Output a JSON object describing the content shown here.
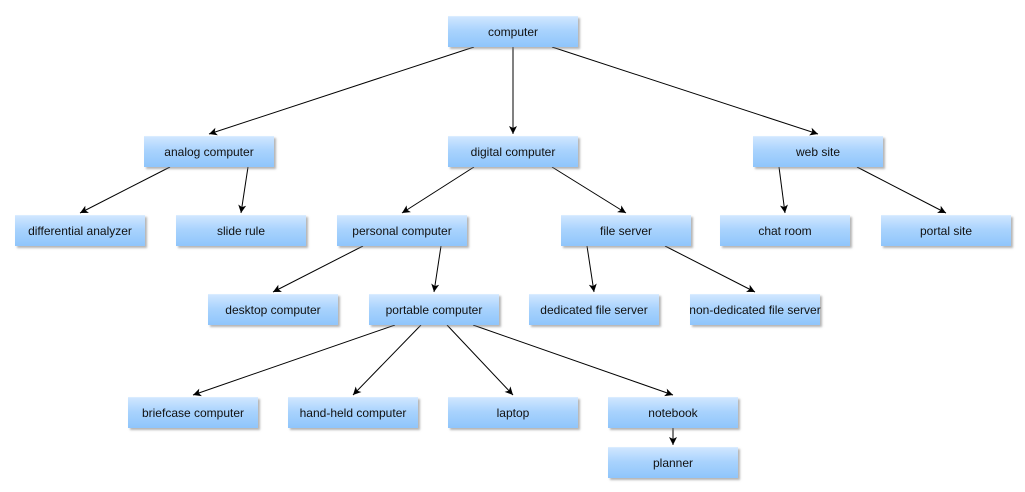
{
  "nodes": {
    "computer": "computer",
    "analog_computer": "analog computer",
    "digital_computer": "digital computer",
    "web_site": "web site",
    "differential_analyzer": "differential analyzer",
    "slide_rule": "slide rule",
    "personal_computer": "personal computer",
    "file_server": "file server",
    "chat_room": "chat room",
    "portal_site": "portal site",
    "desktop_computer": "desktop computer",
    "portable_computer": "portable computer",
    "dedicated_file_server": "dedicated file server",
    "non_dedicated_file_server": "non-dedicated file server",
    "briefcase_computer": "briefcase computer",
    "hand_held_computer": "hand-held computer",
    "laptop": "laptop",
    "notebook": "notebook",
    "planner": "planner"
  },
  "edges": [
    [
      "computer",
      "analog_computer"
    ],
    [
      "computer",
      "digital_computer"
    ],
    [
      "computer",
      "web_site"
    ],
    [
      "analog_computer",
      "differential_analyzer"
    ],
    [
      "analog_computer",
      "slide_rule"
    ],
    [
      "digital_computer",
      "personal_computer"
    ],
    [
      "digital_computer",
      "file_server"
    ],
    [
      "web_site",
      "chat_room"
    ],
    [
      "web_site",
      "portal_site"
    ],
    [
      "personal_computer",
      "desktop_computer"
    ],
    [
      "personal_computer",
      "portable_computer"
    ],
    [
      "file_server",
      "dedicated_file_server"
    ],
    [
      "file_server",
      "non_dedicated_file_server"
    ],
    [
      "portable_computer",
      "briefcase_computer"
    ],
    [
      "portable_computer",
      "hand_held_computer"
    ],
    [
      "portable_computer",
      "laptop"
    ],
    [
      "portable_computer",
      "notebook"
    ],
    [
      "notebook",
      "planner"
    ]
  ],
  "colors": {
    "node_fill_top": "#cfe6ff",
    "node_fill_bottom": "#8fc5fb",
    "edge": "#000000"
  }
}
